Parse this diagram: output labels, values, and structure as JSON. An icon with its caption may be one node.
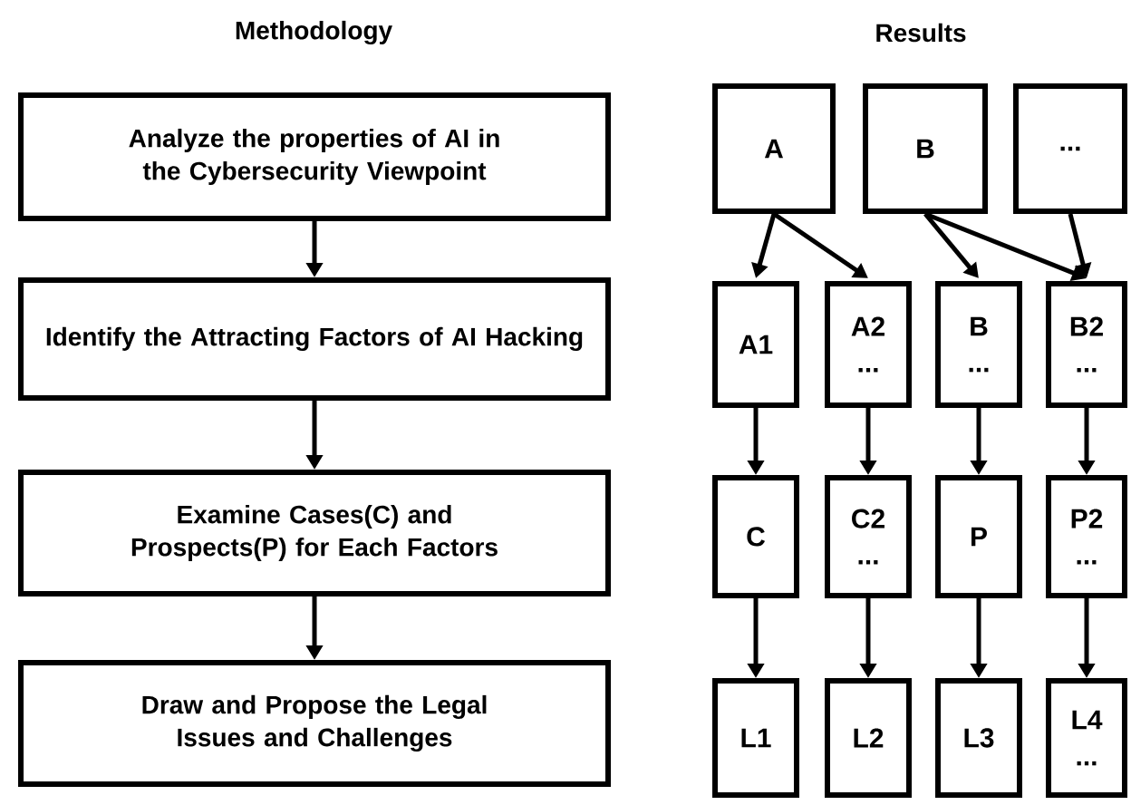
{
  "diagram": {
    "nodes": [
      {
        "text": [
          "Analyze the properties of AI in the Cybersecurity Viewpoint"
        ]
      },
      {
        "text": [
          "Identify the Attracting Factors of AI Hacking"
        ]
      },
      {
        "text": [
          "Examine Cases(C) and Prospects(P) for Each Factors"
        ]
      },
      {
        "text": [
          "Draw and Propose the Legal Issues and Challenges"
        ]
      },
      {
        "text": [
          "A"
        ]
      },
      {
        "text": [
          "B"
        ]
      },
      {
        "text": [
          "..."
        ]
      },
      {
        "text": [
          "A1"
        ]
      },
      {
        "text": [
          "A2",
          "..."
        ]
      },
      {
        "text": [
          "B",
          "..."
        ]
      },
      {
        "text": [
          "B2",
          "..."
        ]
      },
      {
        "text": [
          "C"
        ]
      },
      {
        "text": [
          "C2",
          "..."
        ]
      },
      {
        "text": [
          "P"
        ]
      },
      {
        "text": [
          "P2",
          "..."
        ]
      },
      {
        "text": [
          "L1"
        ]
      },
      {
        "text": [
          "L2"
        ]
      },
      {
        "text": [
          "L3"
        ]
      },
      {
        "text": [
          "L4",
          "..."
        ]
      }
    ],
    "edges": [
      {
        "from": 0,
        "to": 1,
        "arrow": "to"
      },
      {
        "from": 1,
        "to": 2,
        "arrow": "to"
      },
      {
        "from": 2,
        "to": 3,
        "arrow": "to"
      },
      {
        "from": 4,
        "to": 7,
        "arrow": "to"
      },
      {
        "from": 4,
        "to": 8,
        "arrow": "to"
      },
      {
        "from": 5,
        "to": 9,
        "arrow": "to"
      },
      {
        "from": 5,
        "to": 10,
        "arrow": "to"
      },
      {
        "from": 6,
        "to": 10,
        "arrow": "to"
      },
      {
        "from": 7,
        "to": 11,
        "arrow": "to"
      },
      {
        "from": 8,
        "to": 12,
        "arrow": "to"
      },
      {
        "from": 9,
        "to": 13,
        "arrow": "to"
      },
      {
        "from": 10,
        "to": 14,
        "arrow": "to"
      },
      {
        "from": 11,
        "to": 15,
        "arrow": "to"
      },
      {
        "from": 12,
        "to": 16,
        "arrow": "to"
      },
      {
        "from": 13,
        "to": 17,
        "arrow": "to"
      },
      {
        "from": 14,
        "to": 18,
        "arrow": "to"
      }
    ],
    "labels": [
      "Methodology",
      "Results"
    ]
  }
}
